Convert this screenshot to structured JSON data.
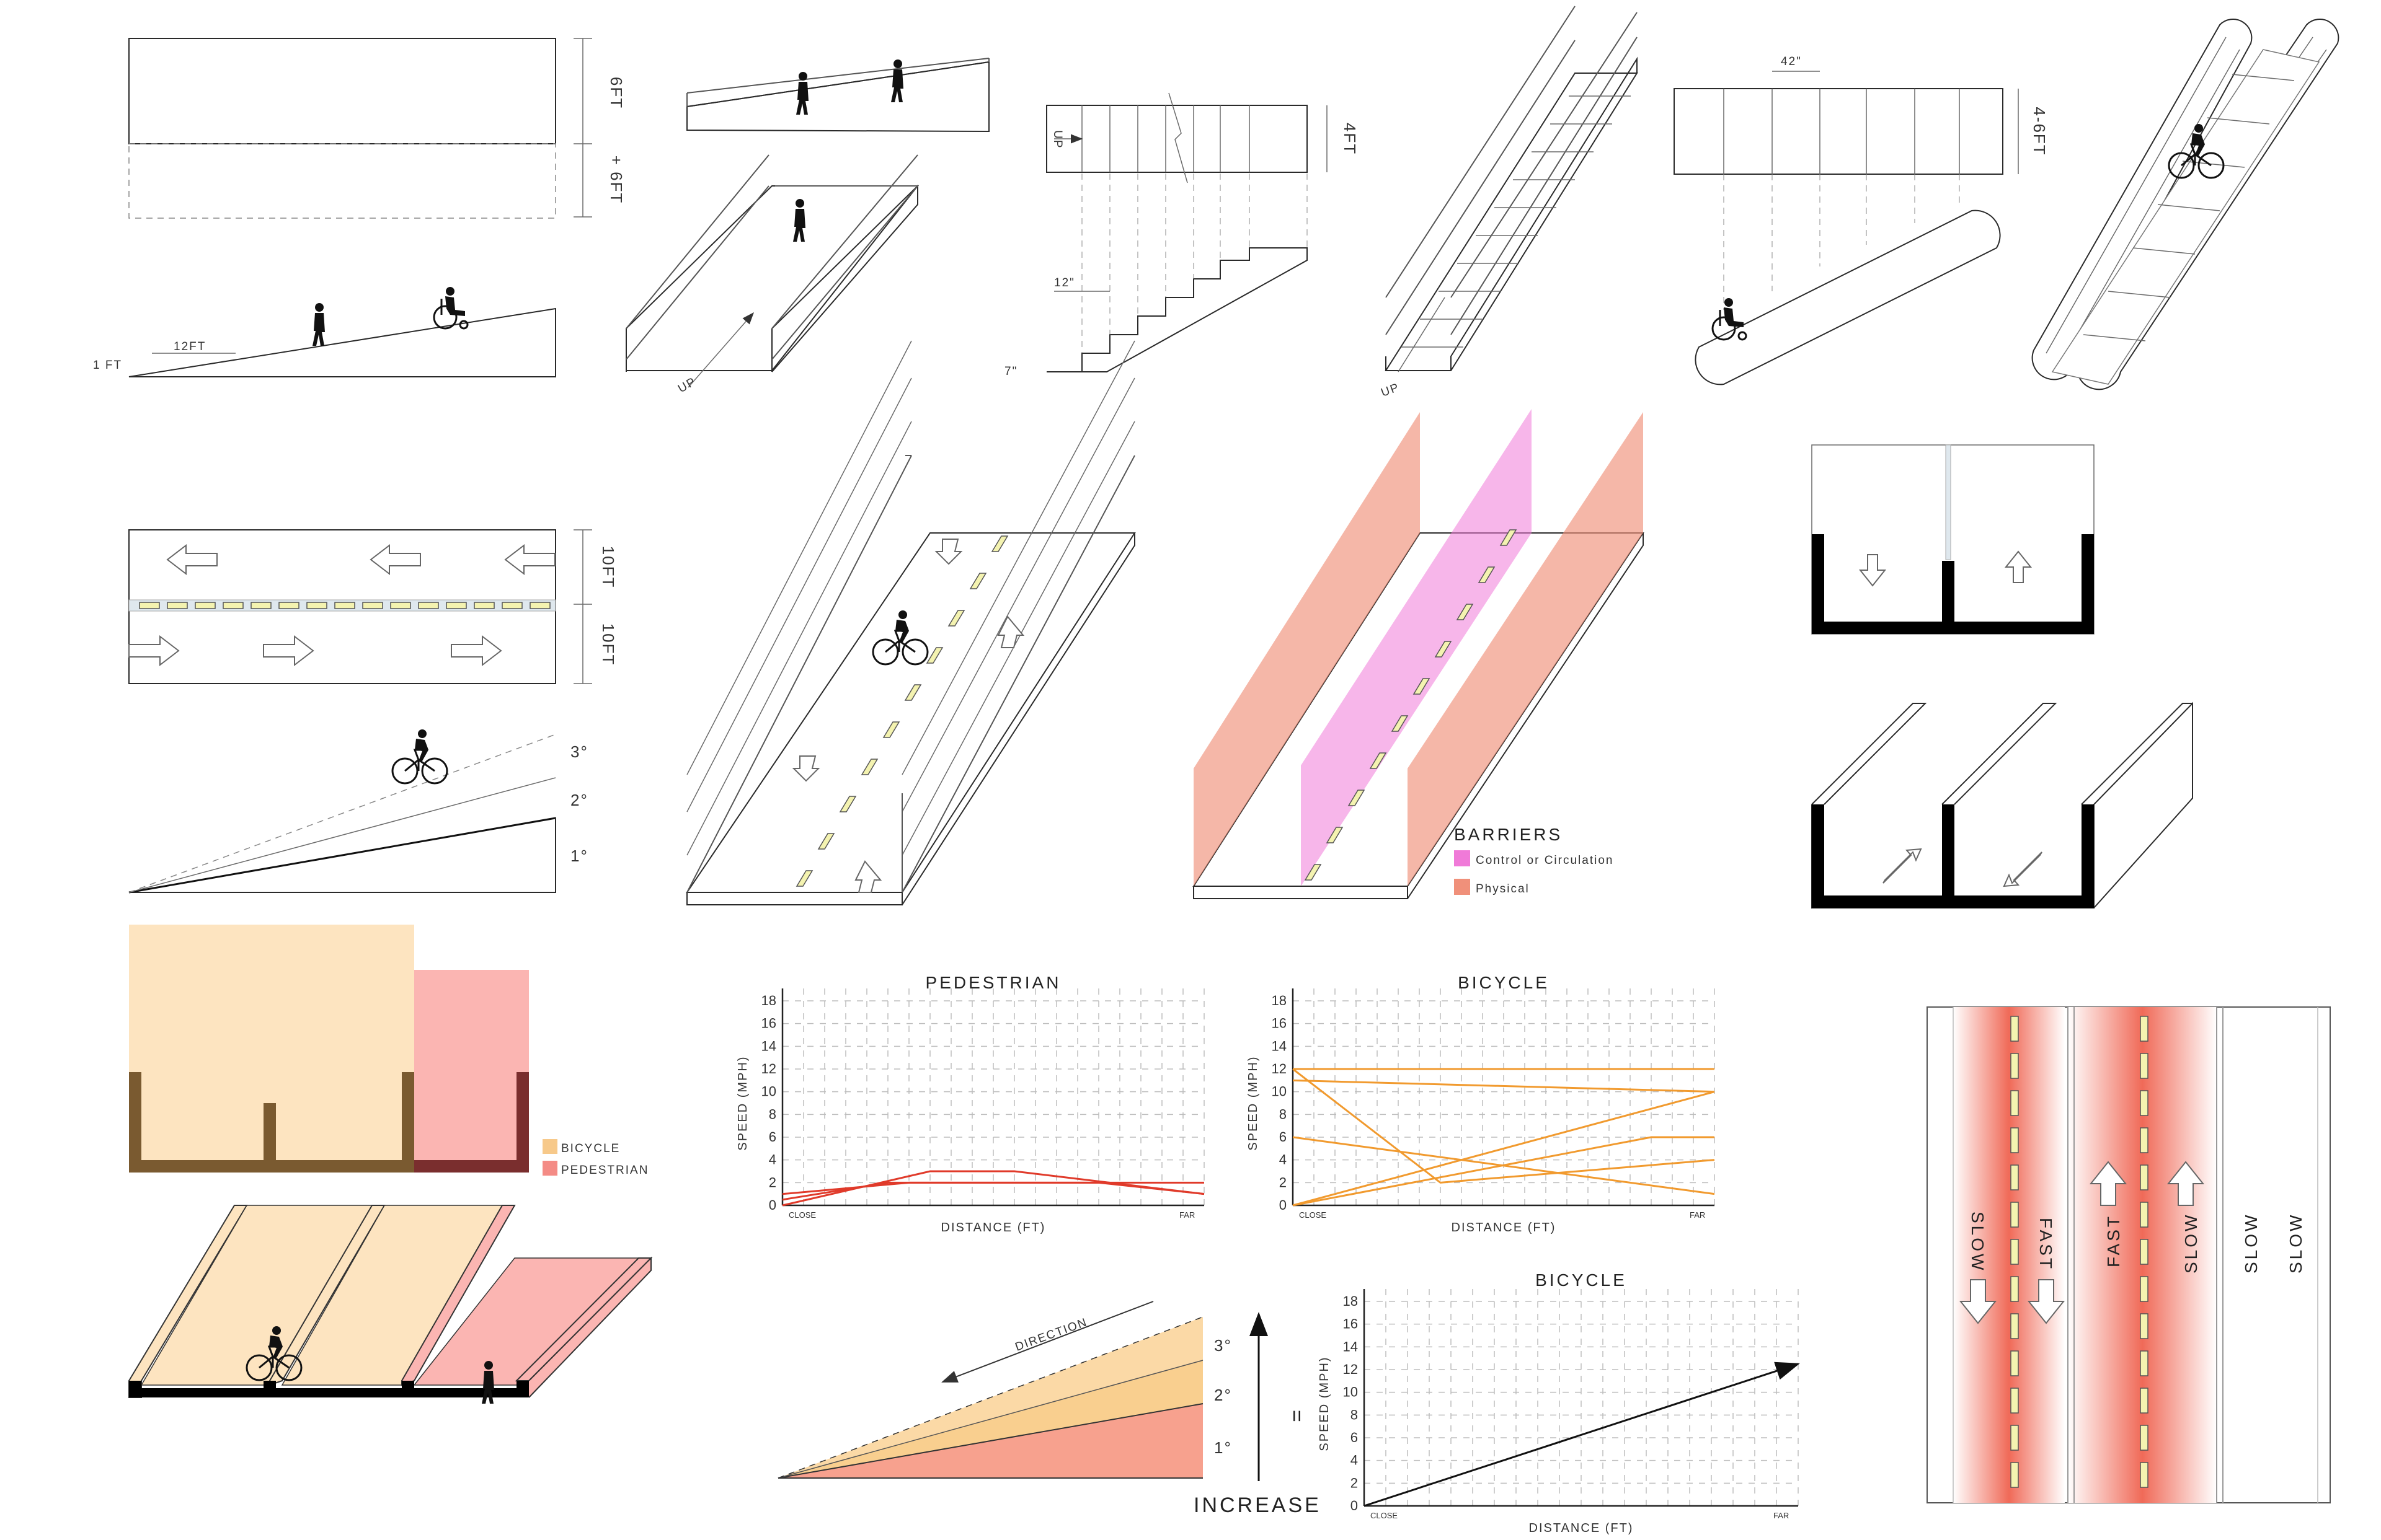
{
  "row1": {
    "ramp_section": {
      "height_a": "6FT",
      "height_b": "+ 6FT",
      "slope_run": "12FT",
      "slope_rise": "1 FT"
    },
    "ramp_3d": {
      "up": "UP"
    },
    "stairs": {
      "height": "4FT",
      "riser_a": "12\"",
      "riser_b": "7\"",
      "up": "UP"
    },
    "staircase_3d": {
      "up": "UP"
    },
    "wheel_lift": {
      "width": "42\"",
      "height": "4-6FT"
    }
  },
  "row2": {
    "lanes_plan": {
      "width_a": "10FT",
      "width_b": "10FT"
    },
    "grades": {
      "g3": "3°",
      "g2": "2°",
      "g1": "1°"
    },
    "barriers": {
      "title": "BARRIERS",
      "control": "Control or Circulation",
      "physical": "Physical",
      "color_control": "#f07ad8",
      "color_physical": "#f0907a"
    }
  },
  "row3": {
    "legend": {
      "bicycle": "BICYCLE",
      "pedestrian": "PEDESTRIAN",
      "color_bicycle": "#f7c98a",
      "color_pedestrian": "#f48b85"
    },
    "slope": {
      "direction": "DIRECTION",
      "g3": "3°",
      "g2": "2°",
      "g1": "1°",
      "equals": "=",
      "increase": "INCREASE"
    },
    "street": {
      "labels": [
        "SLOW",
        "FAST",
        "FAST",
        "SLOW",
        "SLOW",
        "SLOW"
      ]
    }
  },
  "chart_data": [
    {
      "type": "line",
      "title": "PEDESTRIAN",
      "xlabel": "DISTANCE (FT)",
      "ylabel": "SPEED (MPH)",
      "x_tick_labels": [
        "CLOSE",
        "FAR"
      ],
      "yticks": [
        0,
        2,
        4,
        6,
        8,
        10,
        12,
        14,
        16,
        18
      ],
      "ylim": [
        0,
        18
      ],
      "xlim": [
        0,
        1
      ],
      "grid": true,
      "color": "#e03a2a",
      "series": [
        {
          "x": [
            0,
            0.25,
            0.75,
            1
          ],
          "y": [
            0.5,
            2,
            2,
            1
          ]
        },
        {
          "x": [
            0,
            0.35,
            0.55,
            1
          ],
          "y": [
            0,
            3,
            3,
            1
          ]
        },
        {
          "x": [
            0,
            0.3,
            1
          ],
          "y": [
            1,
            2,
            2
          ]
        }
      ]
    },
    {
      "type": "line",
      "title": "BICYCLE",
      "xlabel": "DISTANCE (FT)",
      "ylabel": "SPEED (MPH)",
      "x_tick_labels": [
        "CLOSE",
        "FAR"
      ],
      "yticks": [
        0,
        2,
        4,
        6,
        8,
        10,
        12,
        14,
        16,
        18
      ],
      "ylim": [
        0,
        18
      ],
      "xlim": [
        0,
        1
      ],
      "grid": true,
      "color": "#f19a2e",
      "series": [
        {
          "x": [
            0,
            1
          ],
          "y": [
            12,
            12
          ]
        },
        {
          "x": [
            0,
            1
          ],
          "y": [
            11,
            10
          ]
        },
        {
          "x": [
            0,
            0.35,
            1
          ],
          "y": [
            12,
            2,
            4
          ]
        },
        {
          "x": [
            0,
            1
          ],
          "y": [
            6,
            1
          ]
        },
        {
          "x": [
            0,
            1
          ],
          "y": [
            0,
            10
          ]
        },
        {
          "x": [
            0,
            0.85,
            1
          ],
          "y": [
            0,
            6,
            6
          ]
        }
      ]
    },
    {
      "type": "line",
      "title": "BICYCLE",
      "xlabel": "DISTANCE (FT)",
      "ylabel": "SPEED (MPH)",
      "x_tick_labels": [
        "CLOSE",
        "FAR"
      ],
      "yticks": [
        0,
        2,
        4,
        6,
        8,
        10,
        12,
        14,
        16,
        18
      ],
      "ylim": [
        0,
        18
      ],
      "xlim": [
        0,
        1
      ],
      "grid": true,
      "color": "#111111",
      "series": [
        {
          "x": [
            0,
            1
          ],
          "y": [
            0,
            12.5
          ]
        }
      ]
    }
  ]
}
